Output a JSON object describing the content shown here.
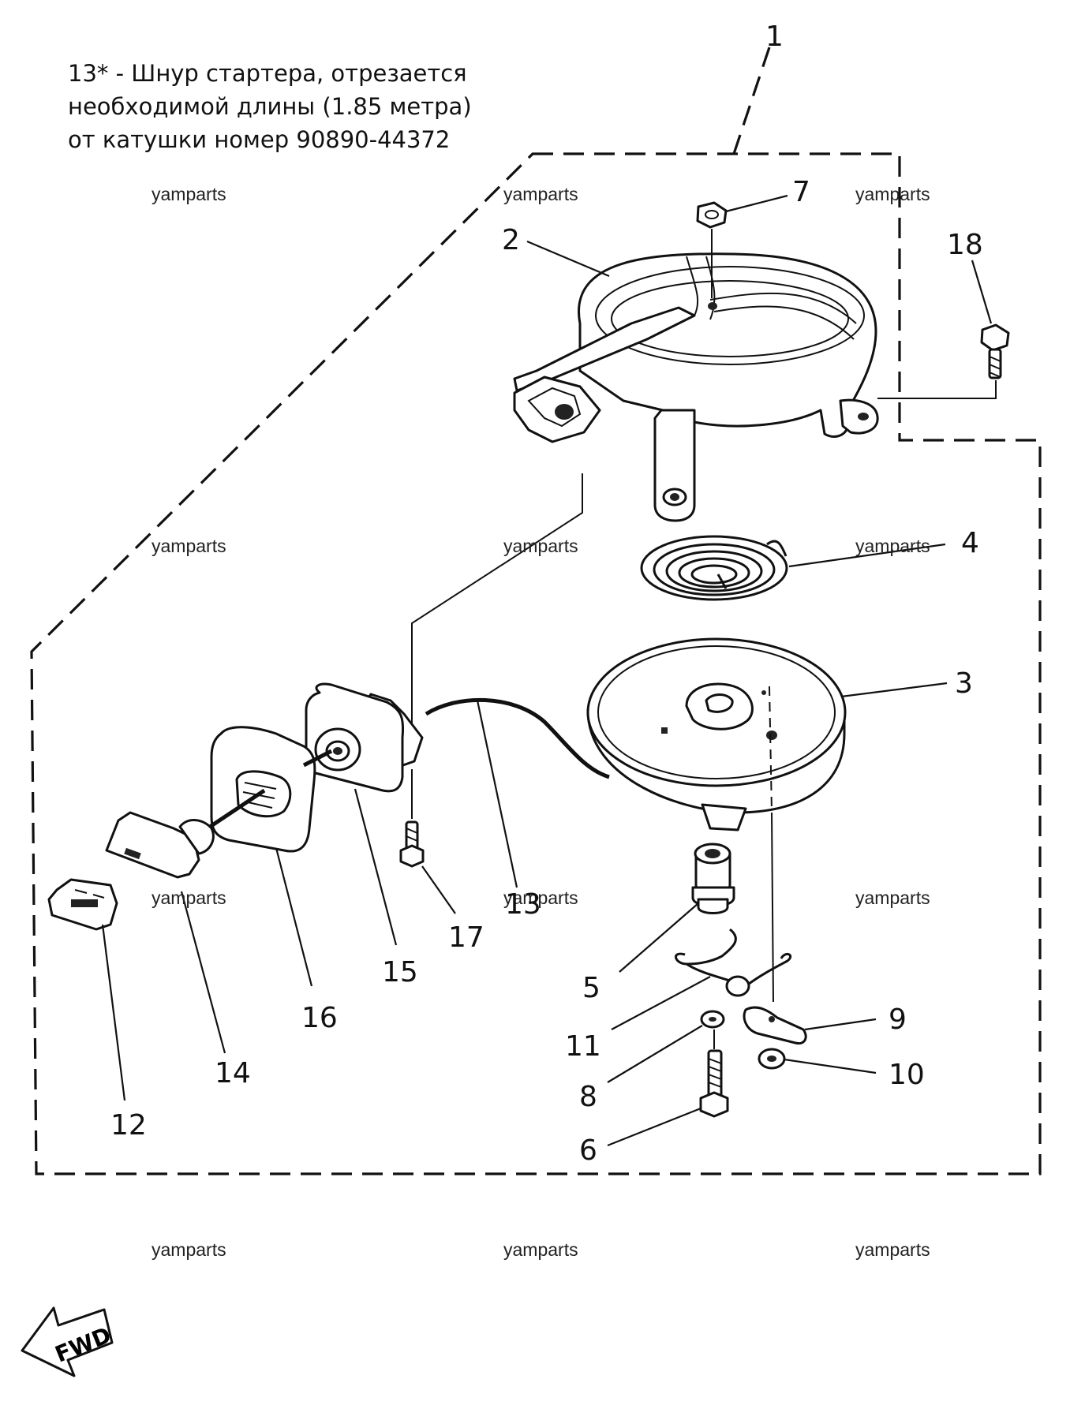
{
  "note": {
    "line1": "13* - Шнур стартера, отрезается",
    "line2": "необходимой длины (1.85 метра)",
    "line3": "от катушки номер 90890-44372"
  },
  "watermark": "yamparts",
  "fwd_label": "FWD",
  "callouts": {
    "c1": "1",
    "c2": "2",
    "c3": "3",
    "c4": "4",
    "c5": "5",
    "c6": "6",
    "c7": "7",
    "c8": "8",
    "c9": "9",
    "c10": "10",
    "c11": "11",
    "c12": "12",
    "c13": "13",
    "c14": "14",
    "c15": "15",
    "c16": "16",
    "c17": "17",
    "c18": "18"
  }
}
